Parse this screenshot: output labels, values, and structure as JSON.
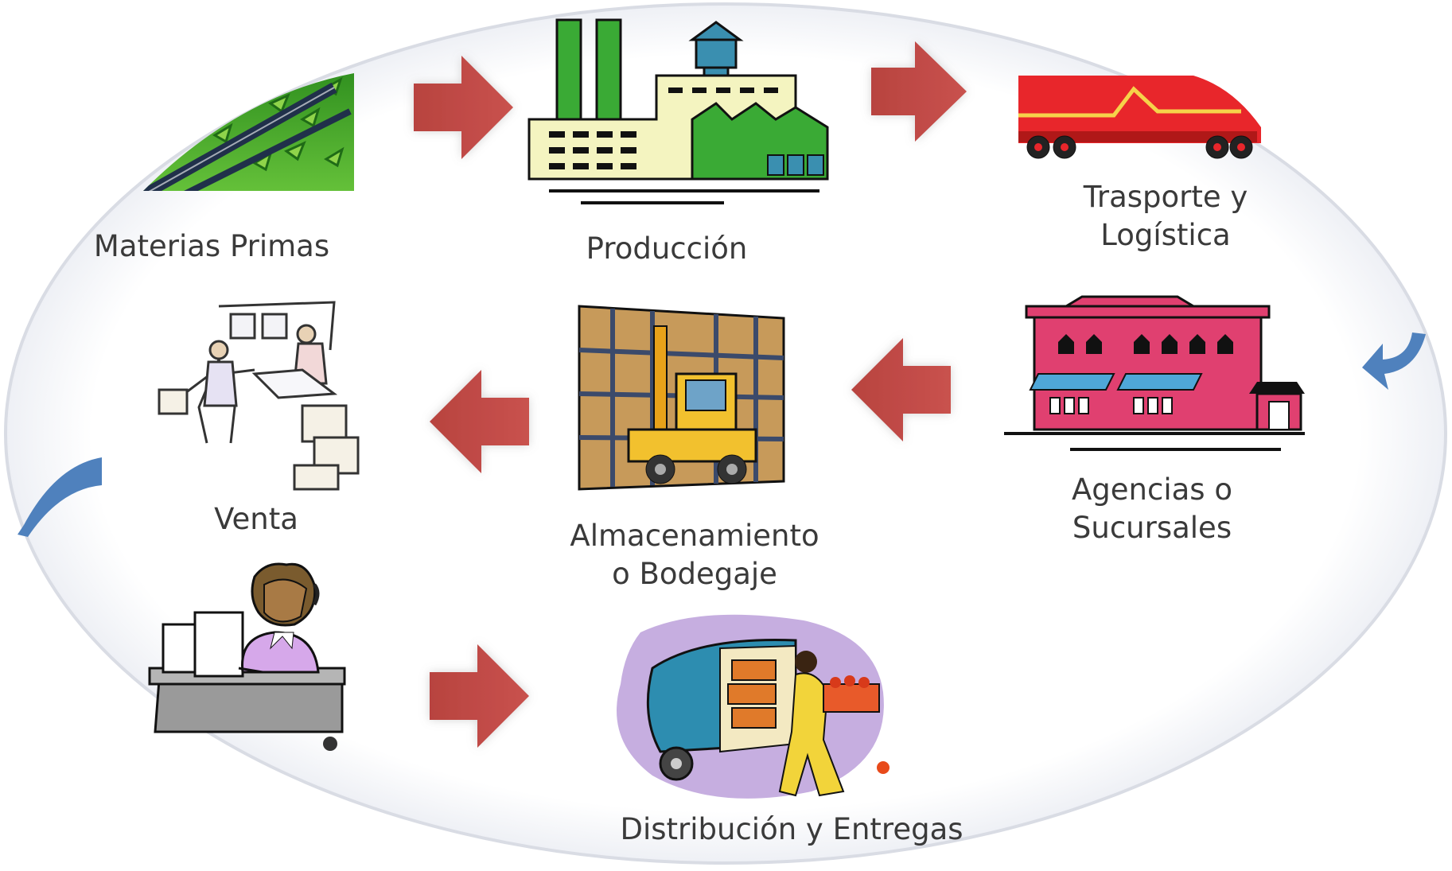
{
  "diagram": {
    "steps": [
      {
        "id": "materias",
        "label": "Materias Primas",
        "icon": "plantation-icon"
      },
      {
        "id": "produccion",
        "label": "Producción",
        "icon": "factory-icon"
      },
      {
        "id": "transporte",
        "label_lines": [
          "Trasporte y",
          "Logística"
        ],
        "icon": "truck-icon"
      },
      {
        "id": "agencias",
        "label_lines": [
          "Agencias o",
          "Sucursales"
        ],
        "icon": "storefront-icon"
      },
      {
        "id": "almacenamiento",
        "label_lines": [
          "Almacenamiento",
          "o Bodegaje"
        ],
        "icon": "forklift-warehouse-icon"
      },
      {
        "id": "venta",
        "label": "Venta",
        "icon": "sales-office-icon"
      },
      {
        "id": "pedido",
        "label": "",
        "icon": "call-center-icon"
      },
      {
        "id": "distribucion",
        "label": "Distribución y Entregas",
        "icon": "delivery-van-icon"
      }
    ],
    "colors": {
      "arrow": "#c0504d",
      "curved_arrow": "#4f81bd",
      "factory_green": "#3aaa35",
      "truck_red": "#e8262b",
      "store_pink": "#e04070"
    }
  }
}
